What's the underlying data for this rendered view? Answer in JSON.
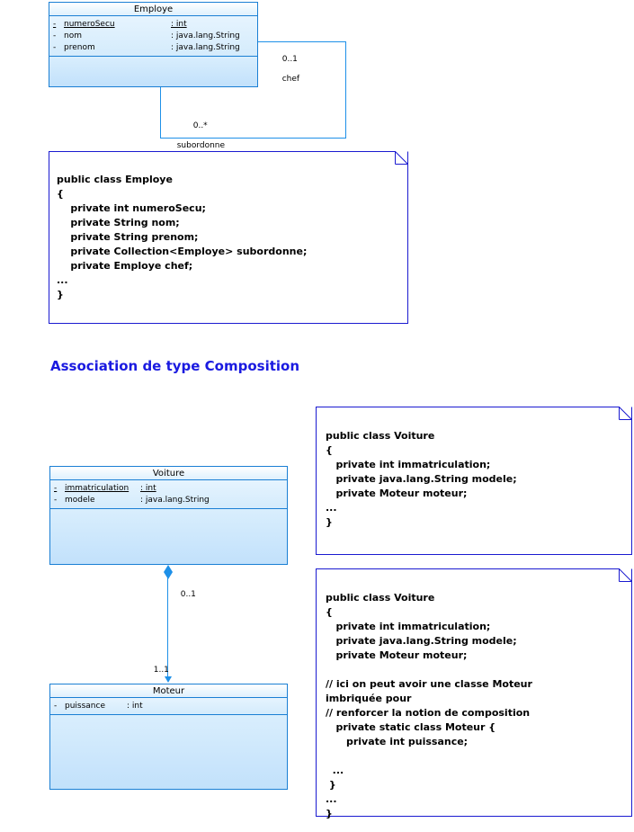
{
  "diagram": {
    "heading": "Association de type Composition",
    "classes": {
      "employe": {
        "name": "Employe",
        "attributes": [
          {
            "visibility": "-",
            "name": "numeroSecu",
            "type": ": int",
            "key": true
          },
          {
            "visibility": "-",
            "name": "nom",
            "type": ": java.lang.String",
            "key": false
          },
          {
            "visibility": "-",
            "name": "prenom",
            "type": ": java.lang.String",
            "key": false
          }
        ]
      },
      "voiture": {
        "name": "Voiture",
        "attributes": [
          {
            "visibility": "-",
            "name": "immatriculation",
            "type": ": int",
            "key": true
          },
          {
            "visibility": "-",
            "name": "modele",
            "type": ": java.lang.String",
            "key": false
          }
        ]
      },
      "moteur": {
        "name": "Moteur",
        "attributes": [
          {
            "visibility": "-",
            "name": "puissance",
            "type": ": int",
            "key": false
          }
        ]
      }
    },
    "associations": {
      "employe_self": {
        "role_chef_multiplicity": "0..1",
        "role_chef_name": "chef",
        "role_subordonne_multiplicity": "0..*",
        "role_subordonne_name": "subordonne"
      },
      "voiture_moteur": {
        "source_multiplicity": "0..1",
        "target_multiplicity": "1..1"
      }
    },
    "notes": {
      "employe_code": "public class Employe\n{\n    private int numeroSecu;\n    private String nom;\n    private String prenom;\n    private Collection<Employe> subordonne;\n    private Employe chef;\n...\n}",
      "voiture_code": "public class Voiture\n{\n   private int immatriculation;\n   private java.lang.String modele;\n   private Moteur moteur;\n...\n}",
      "voiture_nested_code": "public class Voiture\n{\n   private int immatriculation;\n   private java.lang.String modele;\n   private Moteur moteur;\n\n// ici on peut avoir une classe Moteur\nimbriquée pour\n// renforcer la notion de composition\n   private static class Moteur {\n      private int puissance;\n\n  ...\n }\n...\n}"
    },
    "colors": {
      "class_border": "#1a7fd4",
      "class_fill": "#cce7fa",
      "note_border": "#1a1ad0",
      "connector": "#1e90e8",
      "heading": "#1a1ae0"
    }
  }
}
